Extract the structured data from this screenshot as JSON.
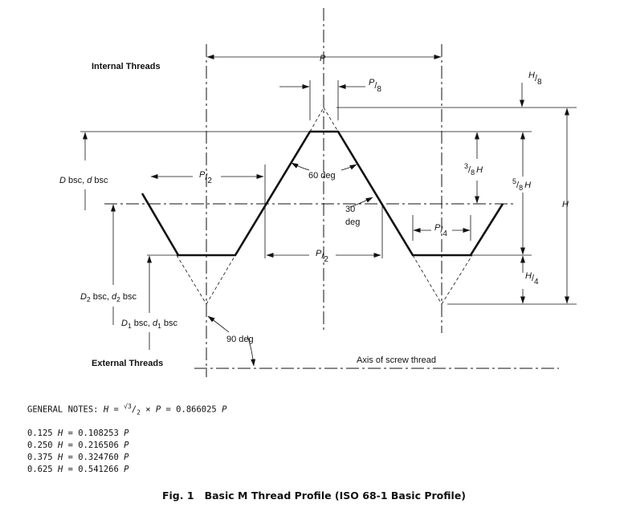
{
  "labels": {
    "internal_threads": "Internal Threads",
    "external_threads": "External Threads",
    "axis": "Axis of screw thread",
    "p": "P",
    "p8": "P",
    "p8_den": "8",
    "h8": "H",
    "h8_den": "8",
    "h": "H",
    "h58_num": "5",
    "h58_den": "8",
    "h58_var": "H",
    "h38_num": "3",
    "h38_den": "8",
    "h38_var": "H",
    "h4": "H",
    "h4_den": "4",
    "p2_left": "P",
    "p2_left_den": "2",
    "p2_mid": "P",
    "p2_mid_den": "2",
    "p4": "P",
    "p4_den": "4",
    "deg60": "60 deg",
    "deg30_a": "30",
    "deg30_b": "deg",
    "deg90": "90 deg",
    "D_var": "D",
    "D_bsc": " bsc, ",
    "d_var": "d",
    "d_bsc": " bsc",
    "D2_var": "D",
    "D2_sub": "2",
    "D2_bsc": " bsc, ",
    "d2_var": "d",
    "d2_sub": "2",
    "d2_bsc": " bsc",
    "D1_var": "D",
    "D1_sub": "1",
    "D1_bsc": " bsc, ",
    "d1_var": "d",
    "d1_sub": "1",
    "d1_bsc": " bsc"
  },
  "notes": {
    "general_prefix": "GENERAL NOTES: ",
    "general_h": "H",
    "general_eq": " = ",
    "general_sqrt": "√3",
    "general_slash": "/",
    "general_den": "2",
    "general_rest": " × ",
    "general_p1": "P",
    "general_val": " = 0.866025 ",
    "general_p2": "P",
    "rows": [
      {
        "coef": "0.125 ",
        "var": "H",
        "val": " = 0.108253 ",
        "p": "P"
      },
      {
        "coef": "0.250 ",
        "var": "H",
        "val": " = 0.216506 ",
        "p": "P"
      },
      {
        "coef": "0.375 ",
        "var": "H",
        "val": " = 0.324760 ",
        "p": "P"
      },
      {
        "coef": "0.625 ",
        "var": "H",
        "val": " = 0.541266 ",
        "p": "P"
      }
    ]
  },
  "caption": "Fig. 1   Basic M Thread Profile (ISO 68-1 Basic Profile)"
}
